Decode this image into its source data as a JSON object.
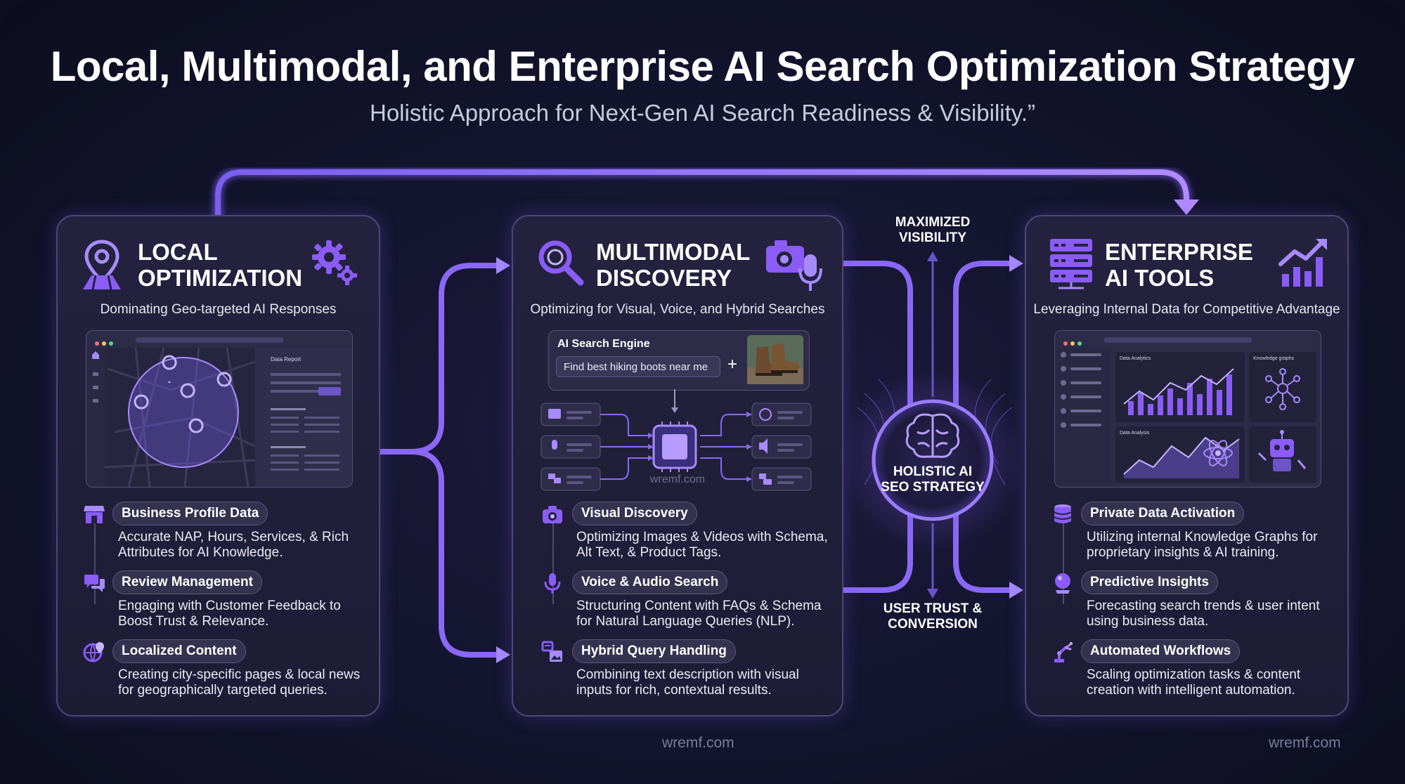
{
  "header": {
    "title": "Local, Multimodal, and Enterprise AI Search Optimization Strategy",
    "subtitle": "Holistic Approach for Next-Gen AI Search Readiness & Visibility.”"
  },
  "colors": {
    "accent": "#8b5cf6",
    "accent_light": "#a78bfa",
    "panel_bg": "#22203c",
    "background": "#10112a"
  },
  "local": {
    "title_line1": "LOCAL",
    "title_line2": "OPTIMIZATION",
    "subtitle": "Dominating Geo-targeted AI Responses",
    "screen_label": "Data Report",
    "items": [
      {
        "icon": "storefront-icon",
        "label": "Business Profile Data",
        "desc_line1": "Accurate NAP, Hours, Services, & Rich",
        "desc_line2": "Attributes for AI Knowledge."
      },
      {
        "icon": "chat-bubbles-icon",
        "label": "Review Management",
        "desc_line1": "Engaging with Customer Feedback to",
        "desc_line2": "Boost Trust & Relevance."
      },
      {
        "icon": "globe-pin-icon",
        "label": "Localized Content",
        "desc_line1": "Creating city-specific pages & local news",
        "desc_line2": "for geographically targeted queries."
      }
    ]
  },
  "multimodal": {
    "title_line1": "MULTIMODAL",
    "title_line2": "DISCOVERY",
    "subtitle": "Optimizing for Visual, Voice, and Hybrid Searches",
    "engine_label": "AI Search Engine",
    "search_value": "Find best hiking boots near me",
    "plus": "+",
    "watermark": "wremf.com",
    "items": [
      {
        "icon": "camera-icon",
        "label": "Visual Discovery",
        "desc_line1": "Optimizing Images & Videos with Schema,",
        "desc_line2": "Alt Text, & Product Tags."
      },
      {
        "icon": "microphone-icon",
        "label": "Voice & Audio Search",
        "desc_line1": "Structuring Content with FAQs & Schema",
        "desc_line2": "for Natural Language Queries (NLP)."
      },
      {
        "icon": "hybrid-query-icon",
        "label": "Hybrid Query Handling",
        "desc_line1": "Combining text description with visual",
        "desc_line2": "inputs for rich, contextual results."
      }
    ]
  },
  "hub": {
    "top_line1": "MAXIMIZED",
    "top_line2": "VISIBILITY",
    "center_line1": "HOLISTIC AI",
    "center_line2": "SEO STRATEGY",
    "bottom_line1": "USER TRUST &",
    "bottom_line2": "CONVERSION"
  },
  "enterprise": {
    "title_line1": "ENTERPRISE",
    "title_line2": "AI TOOLS",
    "subtitle": "Leveraging Internal Data for Competitive Advantage",
    "screen_label_analytics": "Data Analytics",
    "screen_label_graphs": "Knowledge graphs",
    "screen_label_analysis": "Data Analysis",
    "items": [
      {
        "icon": "database-icon",
        "label": "Private Data Activation",
        "desc_line1": "Utilizing internal Knowledge Graphs for",
        "desc_line2": "proprietary insights & AI training."
      },
      {
        "icon": "crystal-ball-icon",
        "label": "Predictive Insights",
        "desc_line1": "Forecasting search trends & user intent",
        "desc_line2": "using business data."
      },
      {
        "icon": "robot-arm-icon",
        "label": "Automated Workflows",
        "desc_line1": "Scaling optimization tasks & content",
        "desc_line2": "creation with intelligent automation."
      }
    ]
  },
  "footer": {
    "watermark_center": "wremf.com",
    "watermark_right": "wremf.com"
  }
}
